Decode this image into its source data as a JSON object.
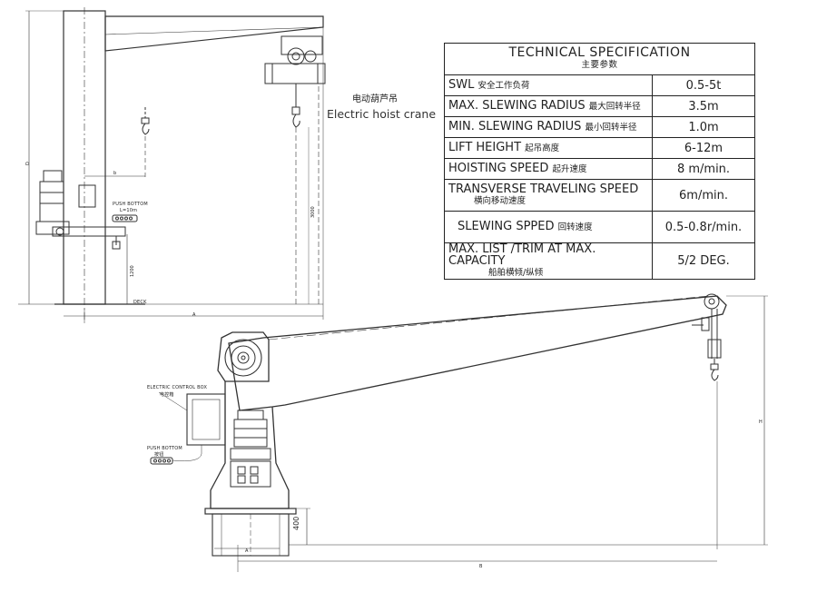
{
  "spec": {
    "title": "TECHNICAL SPECIFICATION",
    "title_zh": "主要参数",
    "rows": [
      {
        "label": "SWL",
        "label_zh": "安全工作负荷",
        "value": "0.5-5t"
      },
      {
        "label": "MAX. SLEWING RADIUS",
        "label_zh": "最大回转半径",
        "value": "3.5m"
      },
      {
        "label": "MIN. SLEWING RADIUS",
        "label_zh": "最小回转半径",
        "value": "1.0m"
      },
      {
        "label": "LIFT HEIGHT",
        "label_zh": "起吊高度",
        "value": "6-12m"
      },
      {
        "label": "HOISTING SPEED",
        "label_zh": "起升速度",
        "value": "8 m/min."
      },
      {
        "label": "TRANSVERSE TRAVELING SPEED",
        "label_zh": "横向移动速度",
        "value": "6m/min."
      },
      {
        "label": "SLEWING SPPED",
        "label_zh": "回转速度",
        "value": "0.5-0.8r/min."
      },
      {
        "label": "MAX. LIST /TRIM AT MAX. CAPACITY",
        "label_zh": "船舶横倾/纵倾",
        "value": "5/2  DEG."
      }
    ]
  },
  "labels": {
    "hoist_zh": "电动葫芦吊",
    "hoist_en": "Electric hoist crane",
    "push_button_1": "PUSH BOTTOM",
    "push_button_1_len": "L=10m",
    "push_button_2": "PUSH BOTTOM",
    "push_button_2_zh": "按钮",
    "control_box": "ELECTRIC CONTROL BOX",
    "control_box_zh": "电控箱",
    "deck": "DECK",
    "dim_A_left": "A",
    "dim_b": "b",
    "dim_A_right": "A",
    "dim_B": "B",
    "dim_H": "H",
    "dim_400": "400",
    "dim_1200": "1200",
    "dim_3000": "3000",
    "dim_D": "D"
  }
}
